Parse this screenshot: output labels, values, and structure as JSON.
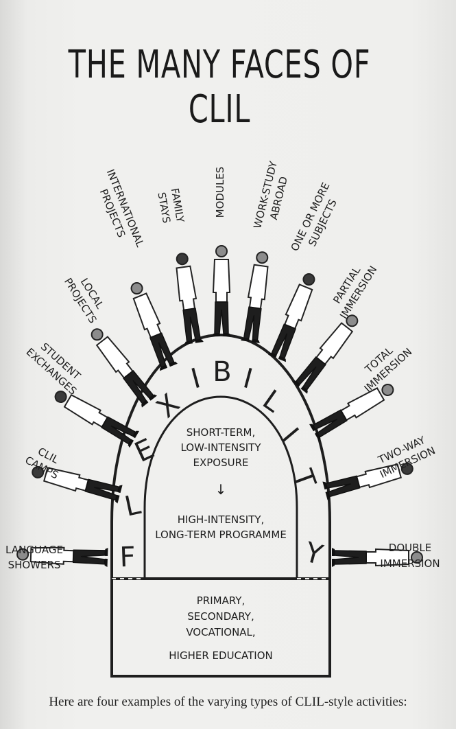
{
  "title": "THE MANY FACES OF CLIL",
  "arch_word": "FLEXIBILITY",
  "inner_panel": {
    "top_line1": "SHORT-TERM,",
    "top_line2": "LOW-INTENSITY",
    "top_line3": "EXPOSURE",
    "arrow": "↓",
    "bottom_line1": "HIGH-INTENSITY,",
    "bottom_line2": "LONG-TERM PROGRAMME"
  },
  "base": {
    "line1": "PRIMARY,",
    "line2": "SECONDARY,",
    "line3": "VOCATIONAL,",
    "line4": "HIGHER EDUCATION"
  },
  "labels": {
    "language_showers": [
      "LANGUAGE",
      "SHOWERS"
    ],
    "clil_camps": [
      "CLIL",
      "CAMPS"
    ],
    "student_exchanges": [
      "STUDENT",
      "EXCHANGES"
    ],
    "local_projects": [
      "LOCAL",
      "PROJECTS"
    ],
    "international_projects": [
      "INTERNATIONAL",
      "PROJECTS"
    ],
    "family_stays": [
      "FAMILY",
      "STAYS"
    ],
    "modules": [
      "MODULES"
    ],
    "work_study_abroad": [
      "WORK-STUDY",
      "ABROAD"
    ],
    "one_or_more_subjects": [
      "ONE OR MORE",
      "SUBJECTS"
    ],
    "partial_immersion": [
      "PARTIAL",
      "IMMERSION"
    ],
    "total_immersion": [
      "TOTAL",
      "IMMERSION"
    ],
    "two_way_immersion": [
      "TWO-WAY",
      "IMMERSION"
    ],
    "double_immersion": [
      "DOUBLE",
      "IMMERSION"
    ]
  },
  "caption": "Here are four examples of the varying types of CLIL-style activities:"
}
